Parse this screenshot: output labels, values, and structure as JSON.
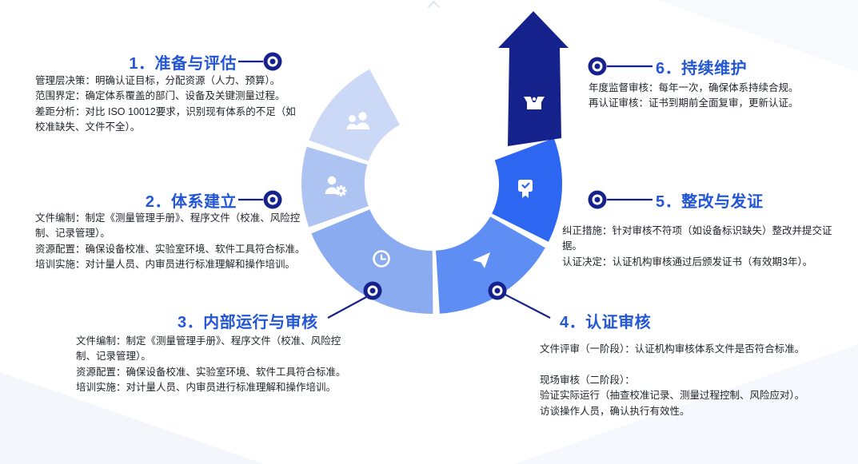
{
  "palette": {
    "title_blue": "#2356d6",
    "navy": "#16228c",
    "segment_step1": "#ccd9f6",
    "segment_step2": "#adc3f1",
    "segment_step3": "#8aabef",
    "segment_step4": "#5e8df3",
    "segment_step5": "#2d66f0",
    "segment_step6": "#16228c",
    "icon_white": "#ffffff",
    "background": "#ffffff"
  },
  "steps": [
    {
      "number": "1",
      "title": "1．准备与评估",
      "icon": "users-icon",
      "body": "管理层决策：明确认证目标，分配资源（人力、预算）。\n范围界定：确定体系覆盖的部门、设备及关键测量过程。\n差距分析：对比 ISO 10012要求，识别现有体系的不足（如校准缺失、文件不全）。"
    },
    {
      "number": "2",
      "title": "2．体系建立",
      "icon": "user-gear-icon",
      "body": "文件编制：制定《测量管理手册》、程序文件（校准、风险控制、记录管理）。\n资源配置：确保设备校准、实验室环境、软件工具符合标准。\n培训实施：对计量人员、内审员进行标准理解和操作培训。"
    },
    {
      "number": "3",
      "title": "3．内部运行与审核",
      "icon": "clock-icon",
      "body": "文件编制：制定《测量管理手册》、程序文件（校准、风险控制、记录管理）。\n资源配置：确保设备校准、实验室环境、软件工具符合标准。\n培训实施：对计量人员、内审员进行标准理解和操作培训。"
    },
    {
      "number": "4",
      "title": "4．认证审核",
      "icon": "paper-plane-icon",
      "body": "文件评审（一阶段）：认证机构审核体系文件是否符合标准。\n\n现场审核（二阶段）：\n验证实际运行（抽查校准记录、测量过程控制、风险应对）。\n访谈操作人员，确认执行有效性。"
    },
    {
      "number": "5",
      "title": "5．整改与发证",
      "icon": "certificate-icon",
      "body": "纠正措施：针对审核不符项（如设备标识缺失）整改并提交证据。\n认证决定：认证机构审核通过后颁发证书（有效期3年）。"
    },
    {
      "number": "6",
      "title": "6．持续维护",
      "icon": "package-icon",
      "body": "年度监督审核：每年一次，确保体系持续合规。\n再认证审核：证书到期前全面复审，更新认证。"
    }
  ]
}
